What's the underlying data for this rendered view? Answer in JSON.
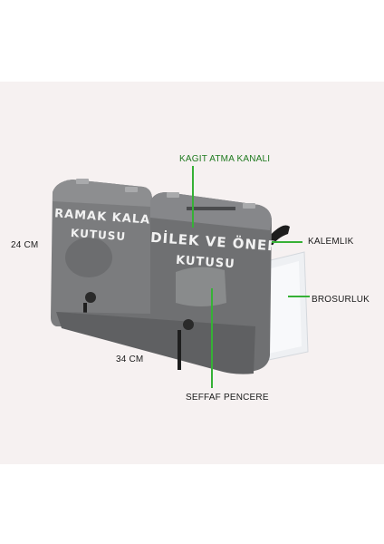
{
  "labels": {
    "height": "24 CM",
    "width": "34 CM",
    "slot": "KAGIT ATMA KANALI",
    "pen_holder": "KALEMLIK",
    "brochure": "BROSURLUK",
    "window": "SEFFAF PENCERE"
  },
  "boxes": {
    "left_line1": "RAMAK KALA",
    "left_line2": "KUTUSU",
    "right_line1": "DİLEK VE ÖNERİ",
    "right_line2": "KUTUSU"
  },
  "colors": {
    "box_body": "#7b7c7e",
    "box_dark": "#5f6062",
    "leader_green": "#36b136",
    "brochure_panel": "#eef0f3"
  }
}
